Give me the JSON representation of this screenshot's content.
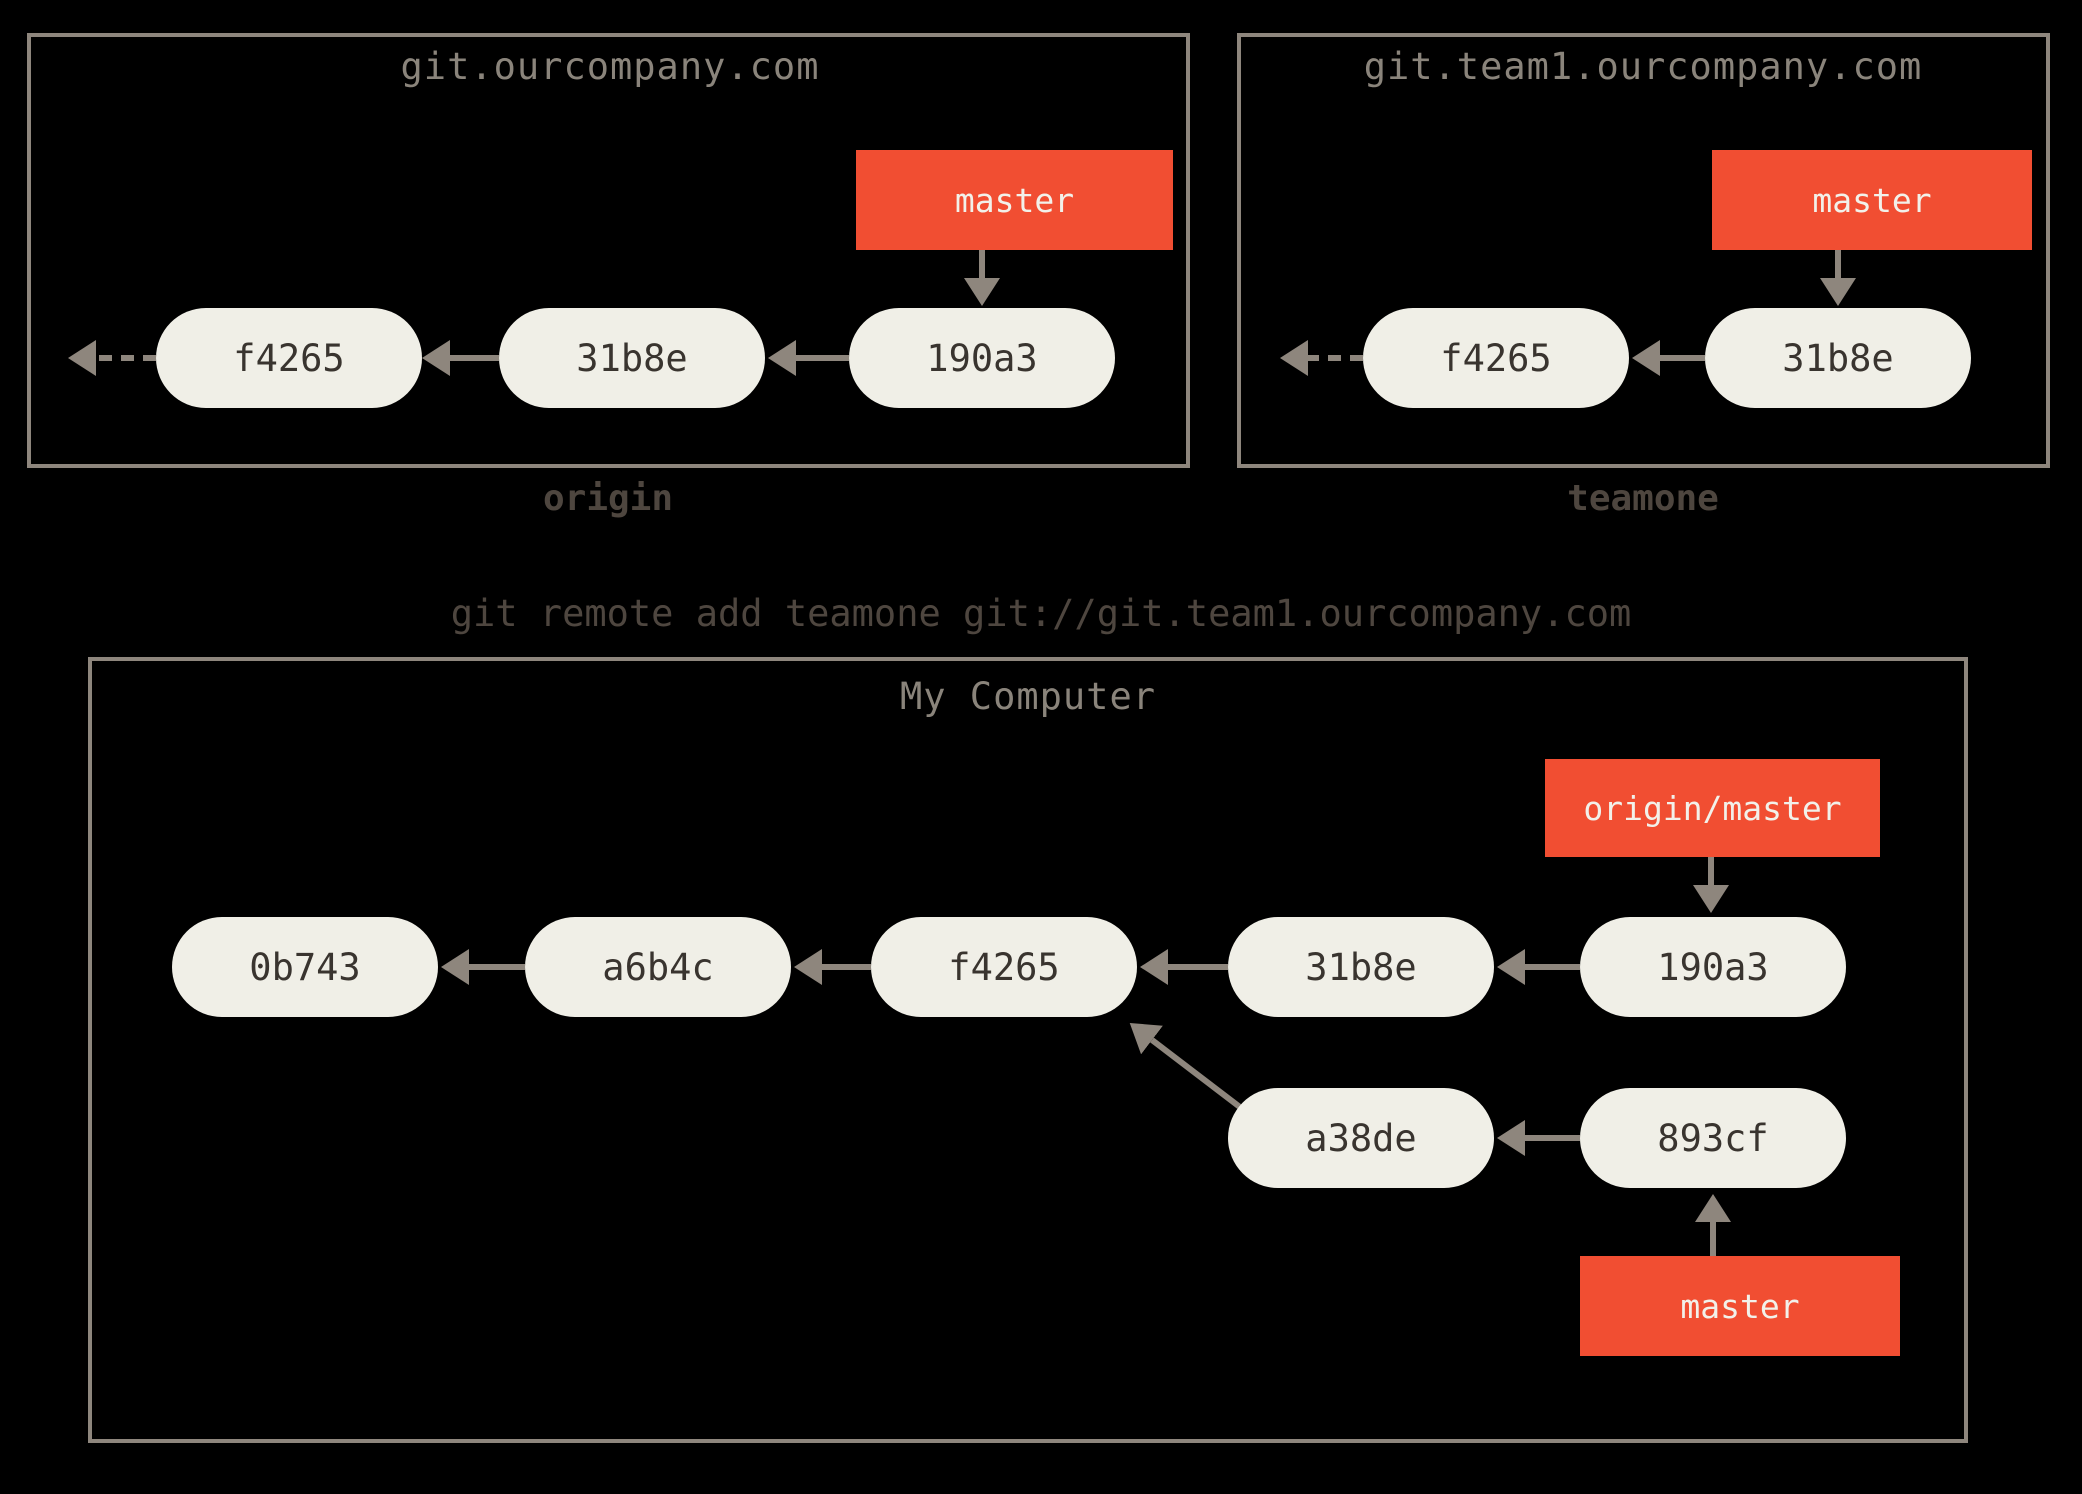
{
  "figure": {
    "command": "git remote add teamone git://git.team1.ourcompany.com",
    "background_color": "#000000"
  },
  "colors": {
    "panel_border": "#8e867d",
    "arrow": "#8e867d",
    "commit_fill": "#f0efe7",
    "commit_text": "#39342f",
    "branch_fill": "#f14e32",
    "branch_text": "#f2f1ea",
    "panel_title_text": "#8a847b",
    "repo_label_text": "#4e463f"
  },
  "panels": [
    {
      "title": "git.ourcompany.com",
      "label": "origin",
      "commits": [
        "f4265",
        "31b8e",
        "190a3"
      ],
      "branch": {
        "label": "master",
        "points_to": "190a3"
      },
      "history_continues_left": true
    },
    {
      "title": "git.team1.ourcompany.com",
      "label": "teamone",
      "commits": [
        "f4265",
        "31b8e"
      ],
      "branch": {
        "label": "master",
        "points_to": "31b8e"
      },
      "history_continues_left": true
    },
    {
      "title": "My Computer",
      "main_commits": [
        "0b743",
        "a6b4c",
        "f4265",
        "31b8e",
        "190a3"
      ],
      "topic_commits": [
        "a38de",
        "893cf"
      ],
      "topic_branches_from": "f4265",
      "remote_ref": {
        "label": "origin/master",
        "points_to": "190a3"
      },
      "local_branch": {
        "label": "master",
        "points_to": "893cf"
      }
    }
  ]
}
